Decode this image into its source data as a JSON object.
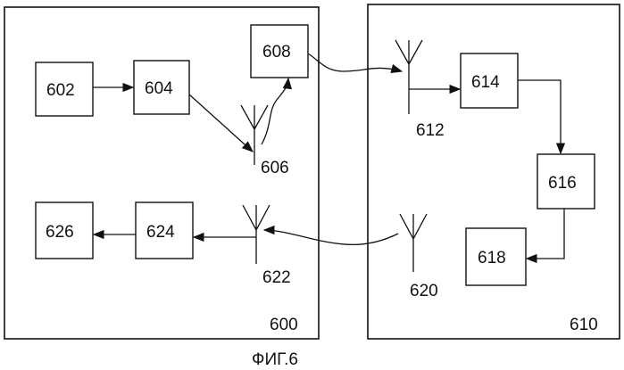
{
  "figure": {
    "caption": "ФИГ.6",
    "left_device": {
      "label": "600"
    },
    "right_device": {
      "label": "610"
    },
    "blocks": {
      "b602": "602",
      "b604": "604",
      "b608": "608",
      "b624": "624",
      "b626": "626",
      "b614": "614",
      "b616": "616",
      "b618": "618"
    },
    "antennas": {
      "a606": "606",
      "a612": "612",
      "a620": "620",
      "a622": "622"
    }
  }
}
